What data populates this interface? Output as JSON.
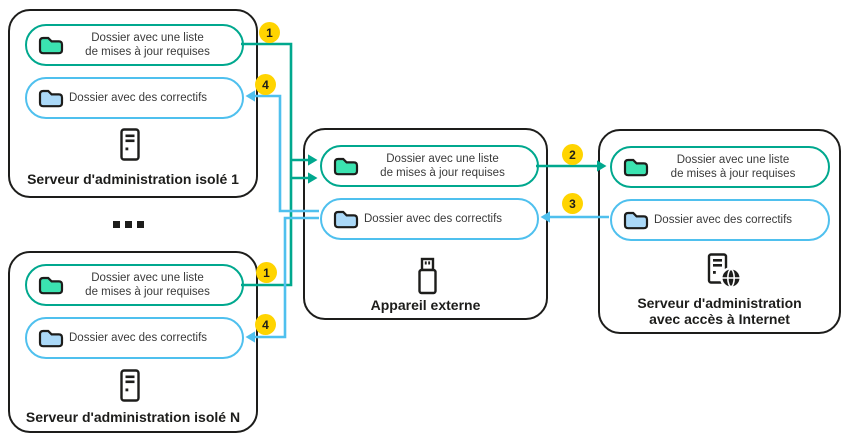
{
  "colors": {
    "ink": "#1D1D1B",
    "teal_line": "#00A88E",
    "teal_folder_fill": "#3BE3B0",
    "blue_line": "#4FC0EE",
    "blue_folder_fill": "#ABD9F8",
    "badge_yellow": "#FFD400",
    "background": "#FFFFFF"
  },
  "folders": {
    "updates_line1": "Dossier avec une liste",
    "updates_line2": "de mises à jour requises",
    "patches": "Dossier avec des correctifs"
  },
  "boxes": {
    "isolated1": {
      "title": "Serveur d'administration isolé 1"
    },
    "isolatedN": {
      "title": "Serveur d'administration isolé N"
    },
    "external": {
      "title": "Appareil externe"
    },
    "internet": {
      "title_line1": "Serveur d'administration",
      "title_line2": "avec accès à Internet"
    }
  },
  "steps": {
    "step1": "1",
    "step2": "2",
    "step3": "3",
    "step4": "4"
  },
  "ellipsis": "..."
}
